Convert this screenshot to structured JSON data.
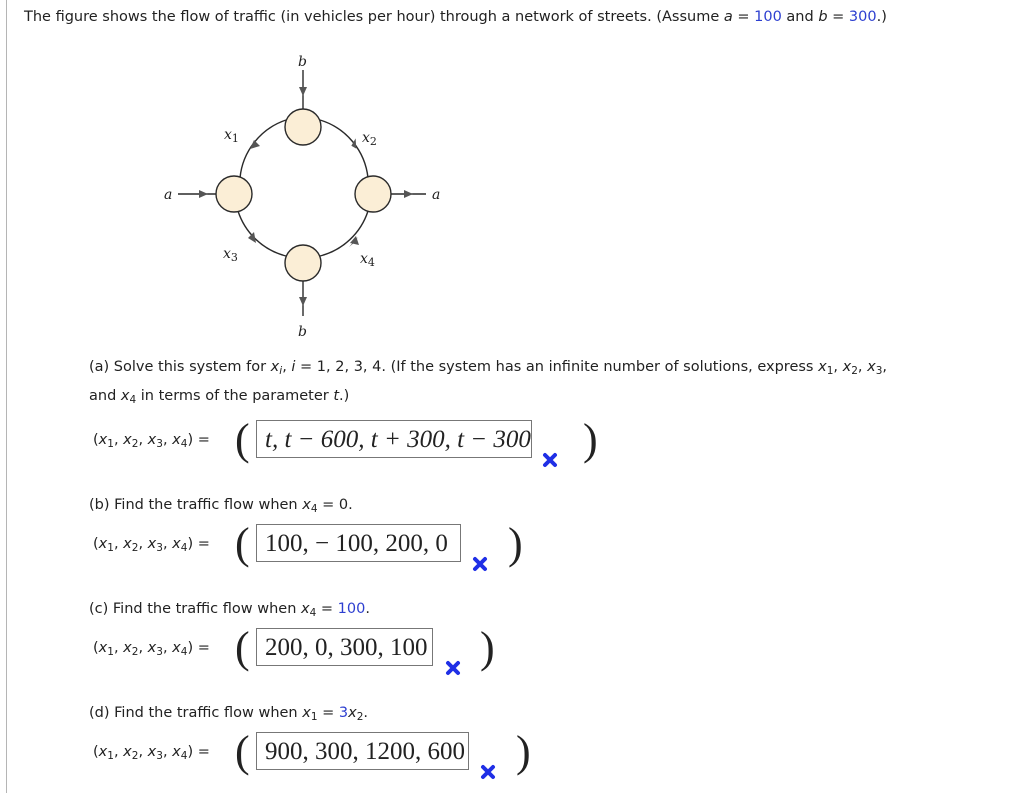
{
  "intro": {
    "text_before": "The figure shows the flow of traffic (in vehicles per hour) through a network of streets. (Assume ",
    "a_var": "a",
    "eq1": " = ",
    "a_value": "100",
    "and": " and ",
    "b_var": "b",
    "eq2": " = ",
    "b_value": "300",
    "text_after": ".)"
  },
  "diagram": {
    "labels": {
      "b_top": "b",
      "b_bottom": "b",
      "a_left": "a",
      "a_right": "a",
      "x1": "x",
      "x1_sub": "1",
      "x2": "x",
      "x2_sub": "2",
      "x3": "x",
      "x3_sub": "3",
      "x4": "x",
      "x4_sub": "4"
    },
    "colors": {
      "node_fill": "#fbeed6",
      "node_stroke": "#2a2a2a"
    }
  },
  "part_a": {
    "prompt_line1_a": "(a) Solve this system for ",
    "xi": "x",
    "xi_sub": "i",
    "prompt_line1_b": ", ",
    "i_var": "i",
    "prompt_line1_c": " = 1, 2, 3, 4. (If the system has an infinite number of solutions, express ",
    "x1": "x",
    "x1_sub": "1",
    "sep1": ", ",
    "x2": "x",
    "x2_sub": "2",
    "sep2": ", ",
    "x3": "x",
    "x3_sub": "3",
    "sep3": ",",
    "prompt_line2_a": "and ",
    "x4": "x",
    "x4_sub": "4",
    "prompt_line2_b": " in terms of the parameter ",
    "t_var": "t",
    "prompt_line2_c": ".)",
    "tuple_label": "(x1, x2, x3, x4) =",
    "answer": "t, t − 600, t + 300, t − 300",
    "status": "incorrect"
  },
  "part_b": {
    "prompt_a": "(b) Find the traffic flow when ",
    "var": "x",
    "var_sub": "4",
    "prompt_b": " = 0.",
    "tuple_label": "(x1, x2, x3, x4) =",
    "answer": "100,  − 100, 200, 0",
    "status": "incorrect"
  },
  "part_c": {
    "prompt_a": "(c) Find the traffic flow when ",
    "var": "x",
    "var_sub": "4",
    "prompt_b": " = ",
    "value": "100",
    "prompt_c": ".",
    "tuple_label": "(x1, x2, x3, x4) =",
    "answer": "200, 0, 300, 100",
    "status": "incorrect"
  },
  "part_d": {
    "prompt_a": "(d) Find the traffic flow when ",
    "var": "x",
    "var_sub": "1",
    "prompt_b": " = ",
    "coef": "3",
    "var2": "x",
    "var2_sub": "2",
    "prompt_c": ".",
    "tuple_label": "(x1, x2, x3, x4) =",
    "answer": "900, 300, 1200, 600",
    "status": "incorrect"
  },
  "tuple_parts": {
    "open": "(",
    "x": "x",
    "s1": "1",
    "s2": "2",
    "s3": "3",
    "s4": "4",
    "comma": ", ",
    "close": ") ="
  },
  "colors": {
    "accent_blue": "#2d3fd0",
    "incorrect_mark": "#1f2fe6",
    "text": "#222222",
    "box_border": "#777777"
  },
  "icons": {
    "incorrect": "x-mark-icon"
  }
}
